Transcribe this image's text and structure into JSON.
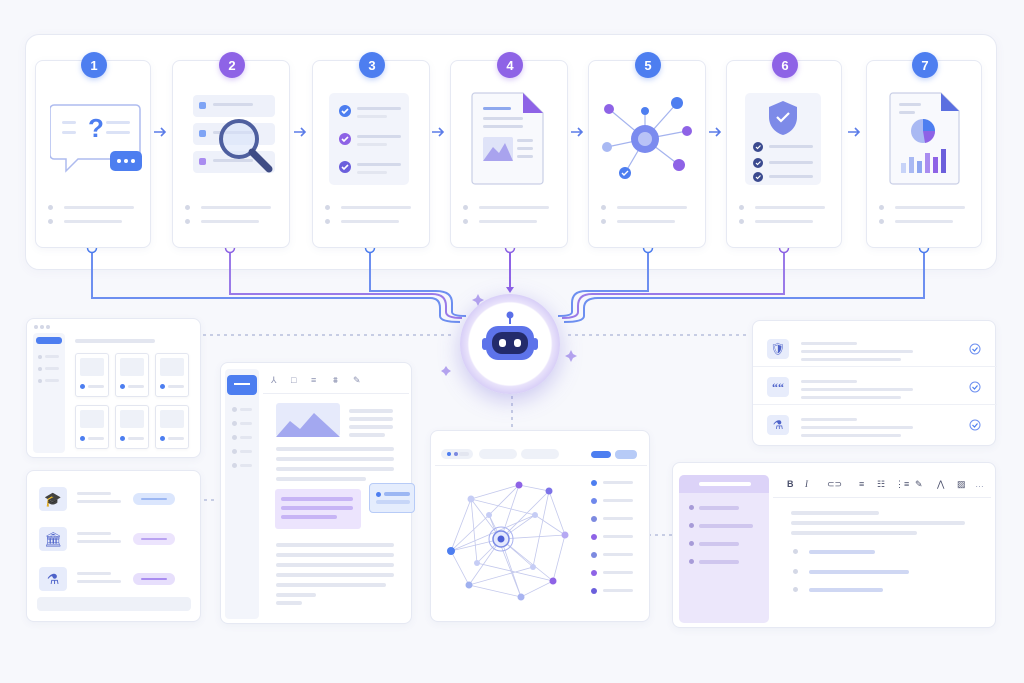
{
  "colors": {
    "blue": "#4d7ef0",
    "purple": "#8e63e6",
    "light_blue": "#dbe6fd",
    "light_purple": "#ece4fd",
    "line_gray": "#e3e6f0"
  },
  "steps": [
    {
      "number": "1",
      "icon": "question-chat-icon",
      "color": "#4d7ef0"
    },
    {
      "number": "2",
      "icon": "magnifier-search-icon",
      "color": "#8e63e6"
    },
    {
      "number": "3",
      "icon": "checklist-icon",
      "color": "#4d7ef0"
    },
    {
      "number": "4",
      "icon": "document-image-icon",
      "color": "#8e63e6"
    },
    {
      "number": "5",
      "icon": "network-nodes-icon",
      "color": "#4d7ef0"
    },
    {
      "number": "6",
      "icon": "shield-check-icon",
      "color": "#8e63e6"
    },
    {
      "number": "7",
      "icon": "report-chart-icon",
      "color": "#4d7ef0"
    }
  ],
  "center": {
    "icon": "robot-icon"
  },
  "editor_toolbar": {
    "bold": "B",
    "italic": "I"
  },
  "verification_rows": [
    {
      "icon": "shield-check-icon"
    },
    {
      "icon": "quote-icon",
      "glyph": "““"
    },
    {
      "icon": "flask-icon"
    }
  ],
  "education_rows": [
    {
      "icon": "graduation-cap-icon"
    },
    {
      "icon": "bank-icon"
    },
    {
      "icon": "science-flask-icon"
    }
  ]
}
